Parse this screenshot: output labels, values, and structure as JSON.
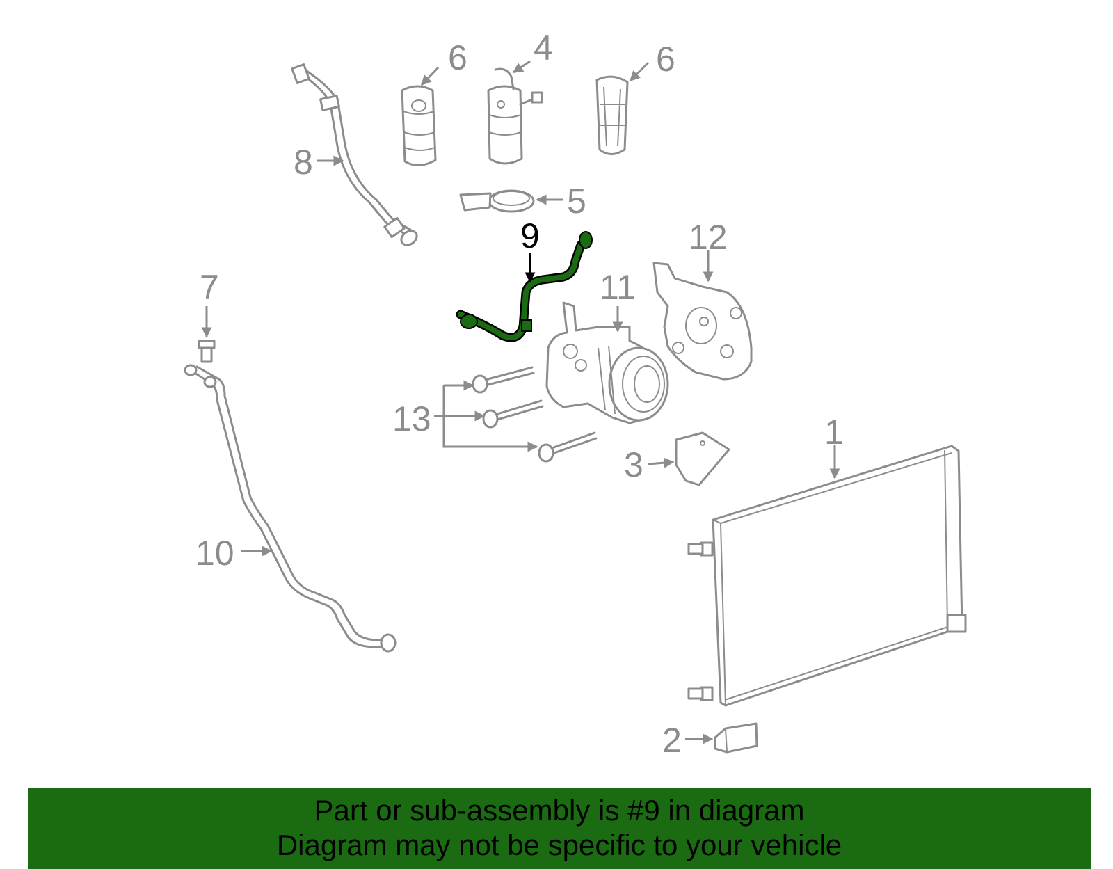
{
  "colors": {
    "highlight": "#1a6b12",
    "parts": "#8c8c8c",
    "banner": "#1a6b12"
  },
  "callouts": [
    {
      "id": "1",
      "text": "1"
    },
    {
      "id": "2",
      "text": "2"
    },
    {
      "id": "3",
      "text": "3"
    },
    {
      "id": "4",
      "text": "4"
    },
    {
      "id": "5",
      "text": "5"
    },
    {
      "id": "6a",
      "text": "6"
    },
    {
      "id": "6b",
      "text": "6"
    },
    {
      "id": "7",
      "text": "7"
    },
    {
      "id": "8",
      "text": "8"
    },
    {
      "id": "9",
      "text": "9",
      "highlighted": true
    },
    {
      "id": "10",
      "text": "10"
    },
    {
      "id": "11",
      "text": "11"
    },
    {
      "id": "12",
      "text": "12"
    },
    {
      "id": "13",
      "text": "13"
    }
  ],
  "banner": {
    "line1": "Part or sub-assembly is #9 in diagram",
    "line2": "Diagram may not be specific to your vehicle"
  }
}
